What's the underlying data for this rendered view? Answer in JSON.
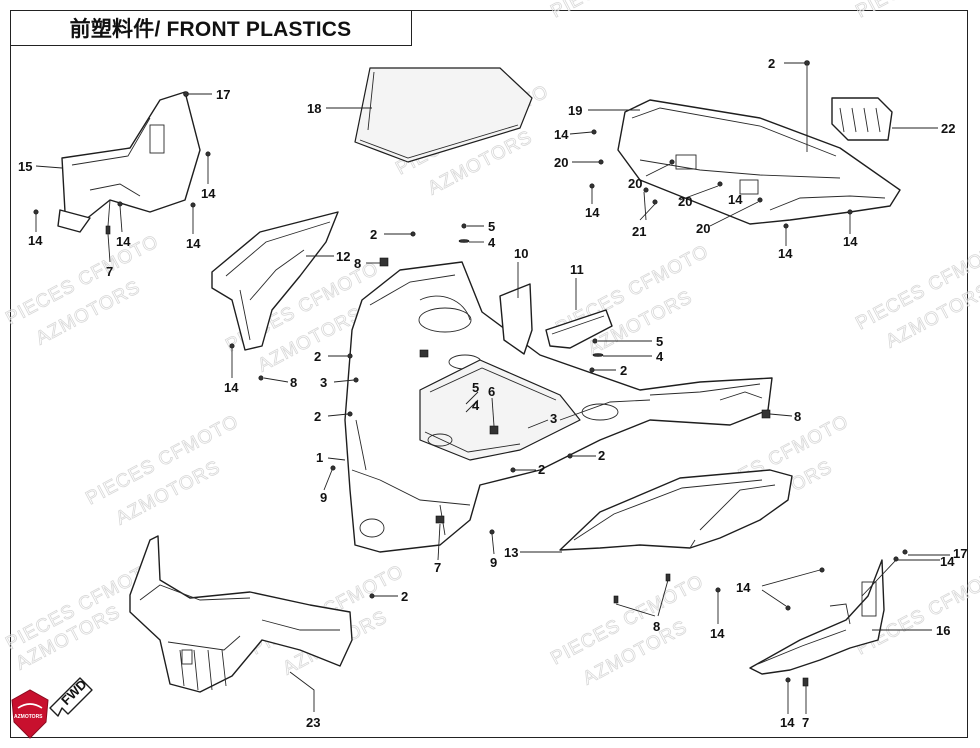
{
  "title": "前塑料件/ FRONT PLASTICS",
  "watermark": {
    "line1": "PIECES CFMOTO",
    "line2": "AZMOTORS"
  },
  "logo": {
    "text": "AZMOTORS",
    "color": "#c8102e"
  },
  "fwd_label": "FWD",
  "callouts": {
    "c_17_top": "17",
    "c_15": "15",
    "c_14_a": "14",
    "c_14_b": "14",
    "c_14_c": "14",
    "c_14_d": "14",
    "c_7_left": "7",
    "c_18": "18",
    "c_12": "12",
    "c_14_e": "14",
    "c_8_a": "8",
    "c_2_a": "2",
    "c_8_b": "8",
    "c_5_a": "5",
    "c_4_a": "4",
    "c_10": "10",
    "c_11": "11",
    "c_5_b": "5",
    "c_4_b": "4",
    "c_2_b": "2",
    "c_2_c": "2",
    "c_3_a": "3",
    "c_2_d": "2",
    "c_5_c": "5",
    "c_4_c": "4",
    "c_6": "6",
    "c_3_b": "3",
    "c_8_c": "8",
    "c_1": "1",
    "c_9_a": "9",
    "c_2_e": "2",
    "c_2_f": "2",
    "c_7_mid": "7",
    "c_9_b": "9",
    "c_13": "13",
    "c_2_g": "2",
    "c_8_d": "8",
    "c_14_f": "14",
    "c_23": "23",
    "c_2_top": "2",
    "c_19": "19",
    "c_22": "22",
    "c_14_g": "14",
    "c_20_a": "20",
    "c_14_h": "14",
    "c_20_b": "20",
    "c_20_c": "20",
    "c_14_i": "14",
    "c_21": "21",
    "c_20_d": "20",
    "c_14_j": "14",
    "c_14_k": "14",
    "c_17_right": "17",
    "c_14_l": "14",
    "c_14_m": "14",
    "c_16": "16",
    "c_14_n": "14",
    "c_7_right": "7"
  },
  "colors": {
    "line": "#1e1e1e",
    "watermark": "#d8d8d8",
    "logo_red": "#c8102e"
  }
}
